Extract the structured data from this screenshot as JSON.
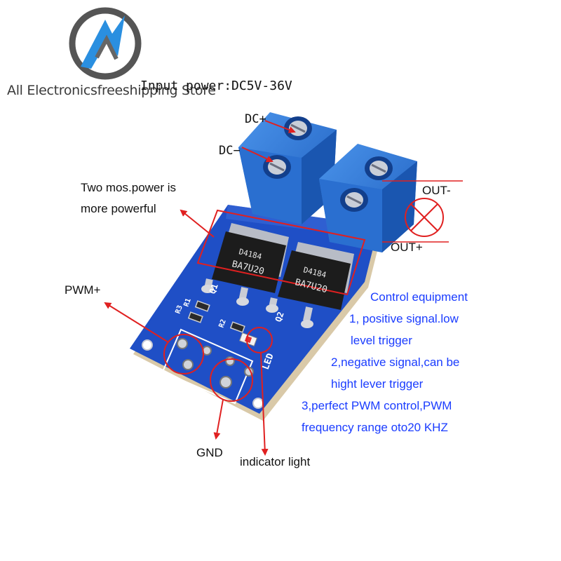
{
  "store": {
    "name": "All Electronicsfreeshipping Store"
  },
  "board": {
    "chip1_line1": "D4184",
    "chip1_line2": "BA7U20",
    "chip2_line1": "D4184",
    "chip2_line2": "BA7U20",
    "silk_q1": "Q1",
    "silk_q2": "Q2",
    "silk_r1": "R1",
    "silk_r2": "R2",
    "silk_r3": "R3",
    "silk_led": "LED"
  },
  "labels": {
    "input_power": "Input power:DC5V-36V",
    "dc_plus": "DC+",
    "dc_minus": "DC−",
    "out_minus": "OUT-",
    "out_plus": "OUT+",
    "mos_line1": "Two mos.power is",
    "mos_line2": "more powerful",
    "pwm_plus": "PWM+",
    "gnd": "GND",
    "indicator": "indicator light"
  },
  "features": {
    "title": "Control equipment",
    "lines": [
      "1, positive signal.low",
      "level trigger",
      "2,negative signal,can be",
      "hight lever trigger",
      "3,perfect PWM control,PWM",
      "frequency range oto20 KHZ"
    ]
  },
  "colors": {
    "pcb_blue": "#1f4fc6",
    "terminal_blue": "#2f78d8",
    "annotation_red": "#e02020",
    "feature_text": "#1a3cff"
  }
}
